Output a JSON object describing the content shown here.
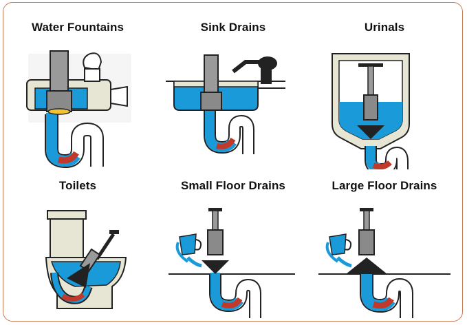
{
  "title": "",
  "panels": [
    {
      "label": "Water Fountains",
      "icon": "water-fountain-plunger-illustration"
    },
    {
      "label": "Sink Drains",
      "icon": "sink-drain-plunger-illustration"
    },
    {
      "label": "Urinals",
      "icon": "urinal-plunger-illustration"
    },
    {
      "label": "Toilets",
      "icon": "toilet-plunger-illustration"
    },
    {
      "label": "Small Floor Drains",
      "icon": "small-floor-drain-plunger-illustration"
    },
    {
      "label": "Large Floor Drains",
      "icon": "large-floor-drain-plunger-illustration"
    }
  ],
  "colors": {
    "border": "#c87a57",
    "water": "#1a9ad8",
    "clog": "#c0392b",
    "fixture": "#e7e5d3",
    "tool": "#9a9a9a",
    "outline": "#222222"
  }
}
